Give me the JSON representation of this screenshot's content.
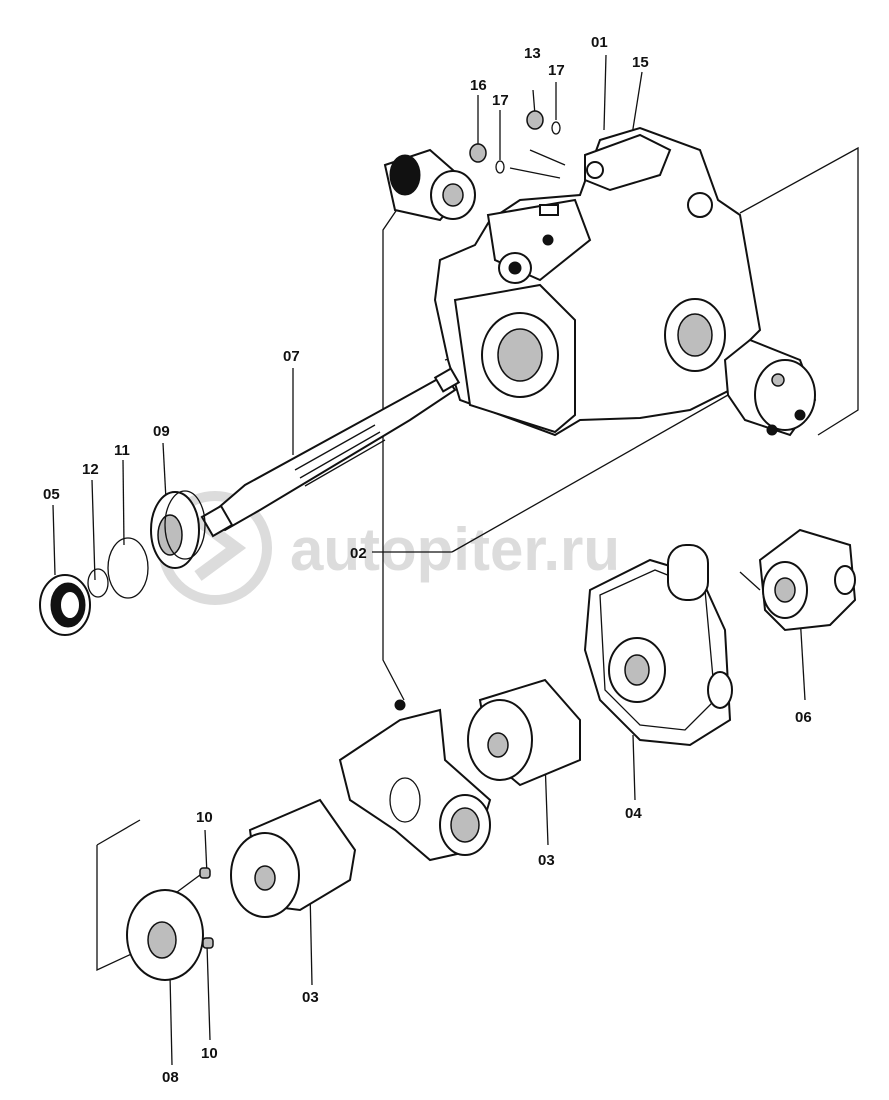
{
  "watermark": {
    "text": "autopiter.ru",
    "color": "#dcdcdc"
  },
  "callouts": [
    {
      "id": "01",
      "label": "01"
    },
    {
      "id": "15",
      "label": "15"
    },
    {
      "id": "13",
      "label": "13"
    },
    {
      "id": "17a",
      "label": "17"
    },
    {
      "id": "16",
      "label": "16"
    },
    {
      "id": "17b",
      "label": "17"
    },
    {
      "id": "07",
      "label": "07"
    },
    {
      "id": "09",
      "label": "09"
    },
    {
      "id": "11",
      "label": "11"
    },
    {
      "id": "12",
      "label": "12"
    },
    {
      "id": "05",
      "label": "05"
    },
    {
      "id": "02",
      "label": "02"
    },
    {
      "id": "06",
      "label": "06"
    },
    {
      "id": "04",
      "label": "04"
    },
    {
      "id": "03a",
      "label": "03"
    },
    {
      "id": "03b",
      "label": "03"
    },
    {
      "id": "10a",
      "label": "10"
    },
    {
      "id": "10b",
      "label": "10"
    },
    {
      "id": "08",
      "label": "08"
    }
  ]
}
